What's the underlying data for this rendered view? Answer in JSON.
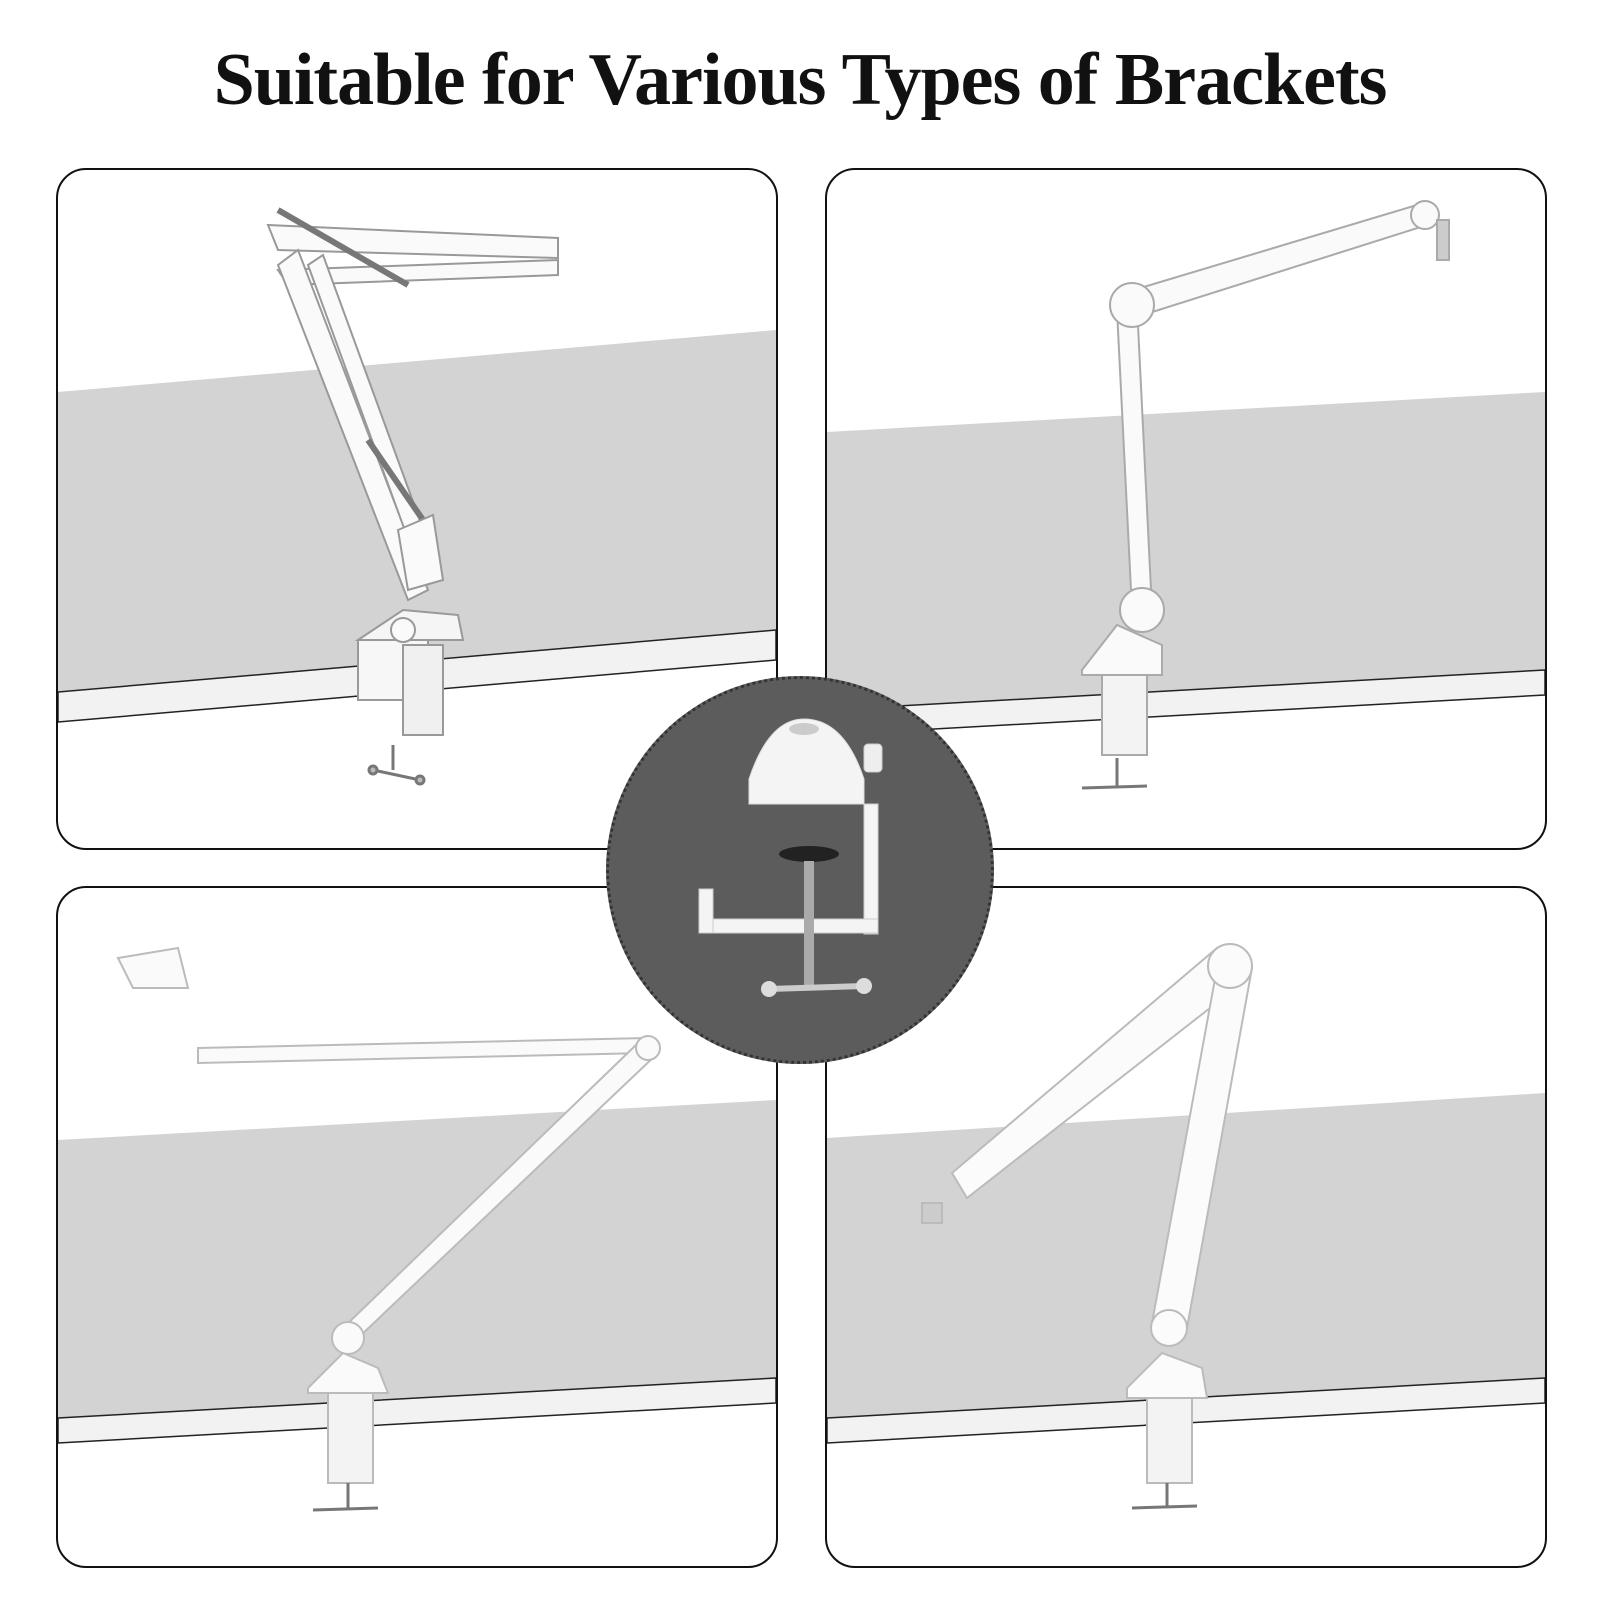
{
  "title": "Suitable for Various Types of Brackets",
  "panels": [
    {
      "name": "scissor-arm-bracket"
    },
    {
      "name": "low-profile-boom-arm-bracket"
    },
    {
      "name": "single-rod-boom-arm-bracket"
    },
    {
      "name": "tube-boom-arm-bracket"
    }
  ],
  "center": {
    "name": "desk-clamp"
  },
  "colors": {
    "desk_top": "#d3d3d3",
    "circle_bg": "#5c5c5c",
    "border": "#111111"
  }
}
